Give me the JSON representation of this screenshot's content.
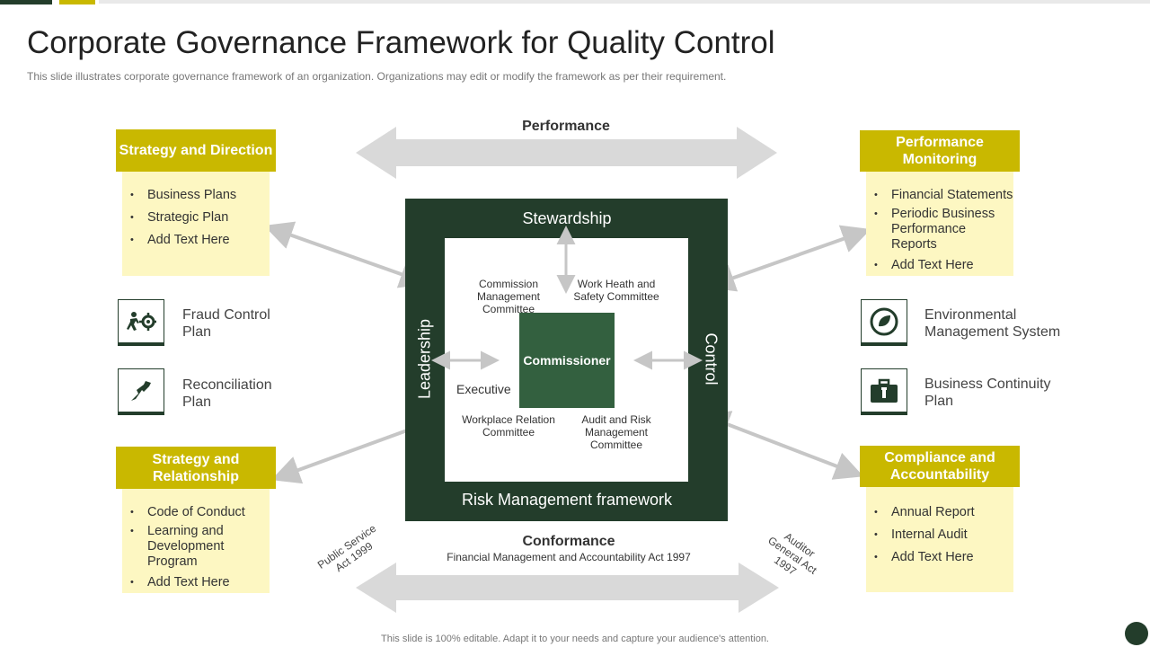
{
  "title": "Corporate Governance Framework for Quality Control",
  "subtitle": "This slide illustrates corporate governance framework of an organization. Organizations may edit or modify the framework as per their requirement.",
  "performance_label": "Performance",
  "conformance": {
    "label": "Conformance",
    "sublabel": "Financial Management and Accountability Act 1997"
  },
  "left_diag": "Public Service Act 1999",
  "right_diag": "Auditor General Act 1997",
  "center": {
    "stewardship": "Stewardship",
    "leadership": "Leadership",
    "control": "Control",
    "risk": "Risk Management framework",
    "commissioner": "Commissioner",
    "executive": "Executive",
    "committees": {
      "commission_mgmt": "Commission Management Committee",
      "work_health": "Work Heath and Safety Committee",
      "workplace": "Workplace Relation Committee",
      "audit_risk": "Audit and Risk Management Committee"
    }
  },
  "boxes": {
    "strategy_direction": {
      "title": "Strategy and Direction",
      "items": [
        "Business Plans",
        "Strategic Plan",
        "Add Text Here"
      ]
    },
    "strategy_relationship": {
      "title": "Strategy and Relationship",
      "items": [
        "Code of Conduct",
        "Learning and Development Program",
        "Add Text Here"
      ]
    },
    "performance_monitoring": {
      "title": "Performance Monitoring",
      "items": [
        "Financial Statements",
        "Periodic Business Performance Reports",
        "Add Text Here"
      ]
    },
    "compliance": {
      "title": "Compliance and Accountability",
      "items": [
        "Annual Report",
        "Internal Audit",
        "Add Text Here"
      ]
    }
  },
  "side_items": {
    "fraud": "Fraud Control Plan",
    "reconciliation": "Reconciliation Plan",
    "environmental": "Environmental Management System",
    "continuity": "Business Continuity Plan"
  },
  "icons": {
    "fraud": "people-gear-icon",
    "reconciliation": "handshake-icon",
    "environmental": "recycle-leaf-icon",
    "continuity": "briefcase-icon"
  },
  "colors": {
    "dark_green": "#233d2b",
    "mid_green": "#33603f",
    "yellow": "#c9b800",
    "light_yellow": "#fdf7c2",
    "arrow_gray": "#d9d9d9"
  },
  "footer": "This slide is 100% editable. Adapt it to your needs and capture your audience's attention."
}
